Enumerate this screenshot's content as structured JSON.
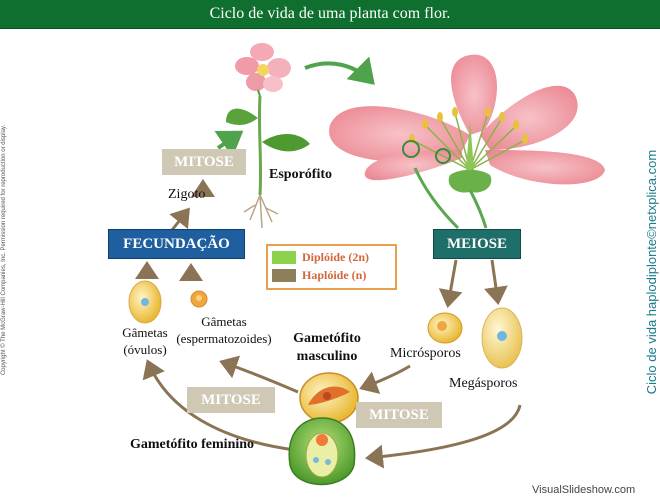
{
  "title": "Ciclo de vida de uma planta com flor.",
  "labels": {
    "esporofito": "Esporófito",
    "zigoto": "Zigoto",
    "gametas_ovulos_1": "Gâmetas",
    "gametas_ovulos_2": "(óvulos)",
    "gametas_esperm_1": "Gâmetas",
    "gametas_esperm_2": "(espermatozoides)",
    "gametofito_masculino_1": "Gametófito",
    "gametofito_masculino_2": "masculino",
    "microsporos": "Micrósporos",
    "megasporos": "Megásporos",
    "gametofito_feminino": "Gametófito feminino"
  },
  "boxes": {
    "mitose_top": "MITOSE",
    "fecundacao": "FECUNDAÇÃO",
    "meiose": "MEIOSE",
    "mitose_left": "MITOSE",
    "mitose_right": "MITOSE"
  },
  "legend": {
    "items": [
      {
        "label": "Diplóide (2n)",
        "color": "#8cd24a"
      },
      {
        "label": "Haplóide (n)",
        "color": "#8c7f5a"
      }
    ]
  },
  "copyright": "Copyright © The McGraw-Hill Companies, Inc. Permission required for reproduction or display.",
  "side_credit": "Ciclo de vida haplodiplonte©netxplica.com",
  "watermark": "VisualSlideshow.com",
  "colors": {
    "title_bar": "#0f6f2e",
    "arrow_brown": "#8b7355",
    "arrow_green": "#4fa34a",
    "fecundacao_box": "#1f5fa0",
    "meiose_box": "#1e6e6a",
    "mitose_box": "#cfc8b4",
    "legend_border": "#e7a04f",
    "legend_text": "#d2683a"
  },
  "icons": [
    "small-flower-icon",
    "large-flower-icon",
    "seedling-icon",
    "ovule-cell-icon",
    "sperm-cell-icon",
    "microspore-icon",
    "megaspore-icon",
    "male-gametophyte-icon",
    "female-gametophyte-icon"
  ]
}
